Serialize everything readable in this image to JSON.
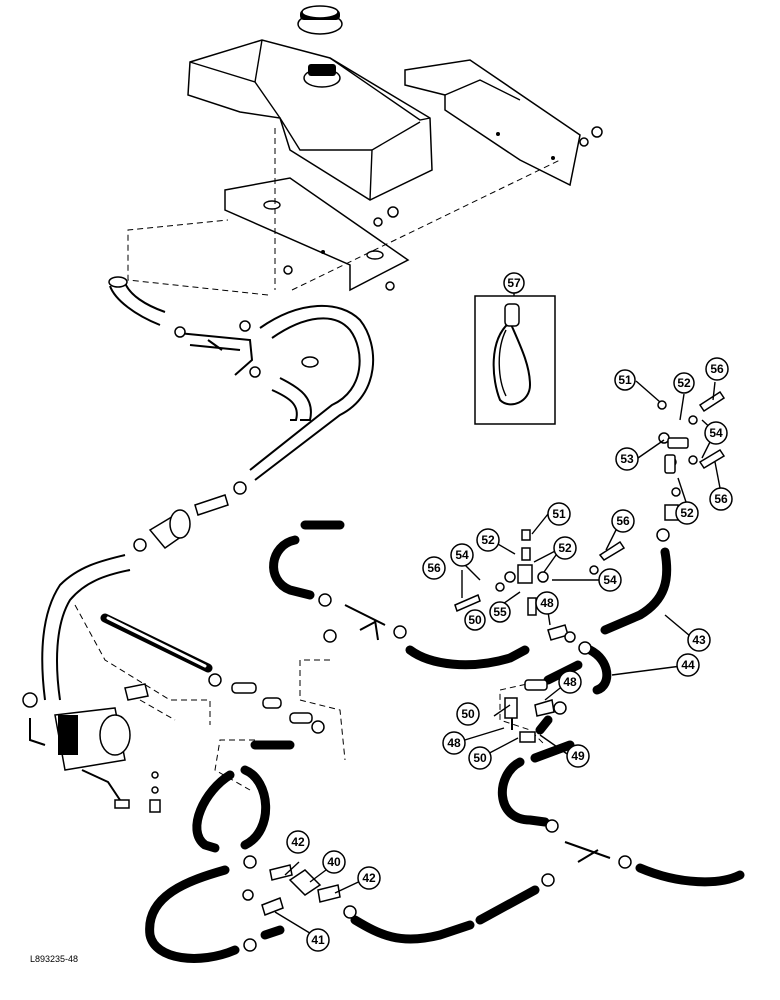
{
  "diagram": {
    "reference_code": "L893235-48",
    "callouts": {
      "c57": "57",
      "c51a": "51",
      "c52a": "52",
      "c56a": "56",
      "c53": "53",
      "c54a": "54",
      "c56b": "56",
      "c52b": "52",
      "c51b": "51",
      "c56c": "56",
      "c52c": "52",
      "c52d": "52",
      "c54b": "54",
      "c54c": "54",
      "c56d": "56",
      "c55": "55",
      "c50a": "50",
      "c48a": "48",
      "c43": "43",
      "c44": "44",
      "c48b": "48",
      "c50b": "50",
      "c48c": "48",
      "c50c": "50",
      "c49": "49",
      "c42a": "42",
      "c40": "40",
      "c42b": "42",
      "c41": "41"
    }
  }
}
